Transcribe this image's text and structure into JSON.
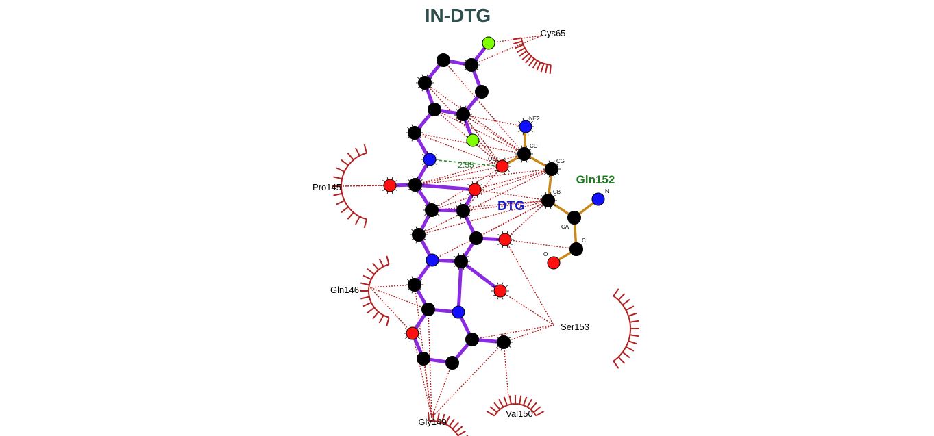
{
  "title": "IN-DTG",
  "ligand_name": "DTG",
  "hbond_residue": "Gln152",
  "hbond_distance": "2.55",
  "hydrophobic_residues": [
    "Cys65",
    "Pro145",
    "Gln146",
    "Ser153",
    "Gly149",
    "Val150"
  ],
  "residue_atoms": [
    "NE2",
    "CD",
    "OE1",
    "CG",
    "CB",
    "CA",
    "C",
    "O",
    "N"
  ],
  "colors": {
    "ligand_bond": "#8a2be2",
    "residue_bond": "#c8881a",
    "contact_line": "#b22222",
    "hbond_line": "#228b22",
    "carbon": "#000000",
    "nitrogen": "#1010ff",
    "oxygen": "#ff1010",
    "fluorine": "#7fff00",
    "arc": "#b22222"
  }
}
